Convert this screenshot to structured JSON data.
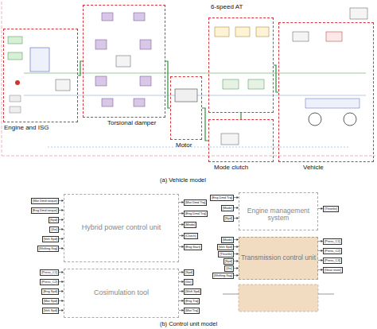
{
  "diagram": {
    "nodes": [
      {
        "text": [
          "Engine and ISG"
        ]
      },
      {
        "text": [
          "Torsional damper"
        ]
      },
      {
        "text": [
          "Motor"
        ]
      },
      {
        "text": [
          "6-speed AT"
        ]
      },
      {
        "text": [
          "Mode clutch"
        ]
      },
      {
        "text": [
          "Vehicle"
        ]
      },
      {
        "text": [
          "Hybrid power control unit"
        ]
      },
      {
        "text": [
          "Cosimulation tool"
        ]
      },
      {
        "text": [
          "Engine management system"
        ]
      },
      {
        "text": [
          "Transmission control unit"
        ]
      }
    ],
    "edges": [
      {
        "from": 0,
        "to": 1,
        "arrow": "none"
      },
      {
        "from": 1,
        "to": 2,
        "arrow": "none"
      },
      {
        "from": 2,
        "to": 4,
        "arrow": "none"
      },
      {
        "from": 4,
        "to": 3,
        "arrow": "none"
      },
      {
        "from": 3,
        "to": 5,
        "arrow": "none"
      }
    ],
    "labels": [
      "(a) Vehicle model",
      "(b) Control unit model",
      "[Mot Dmd torque]",
      "[Eng Dmd torque]",
      "[Spd]",
      "[Ge]",
      "[Veh Spd]",
      "[Shifting flag]",
      "[Mot Dmd Trq]",
      "[Eng Dmd Trq]",
      "[Mode]",
      "[Clutch]",
      "[Eng Start]",
      "[Press_C1]",
      "[Press_C2]",
      "[Eng Spd]",
      "[Mot Spd]",
      "[Veh Spd]",
      "[Spd]",
      "[Ge]",
      "[Shift Spd]",
      "[Eng Trq]",
      "[Mot Trq]",
      "[Eng Dmd Trq]",
      "[Mode]",
      "[Spd]",
      "[Throttle]",
      "[Mode]",
      "[Veh Spd]",
      "[Throttle]",
      "[Spd]",
      "[Ge]",
      "[Shifting flag]",
      "[Press_C1]",
      "[Press_C2]",
      "[Press_C3]",
      "[Gear state]"
    ]
  }
}
